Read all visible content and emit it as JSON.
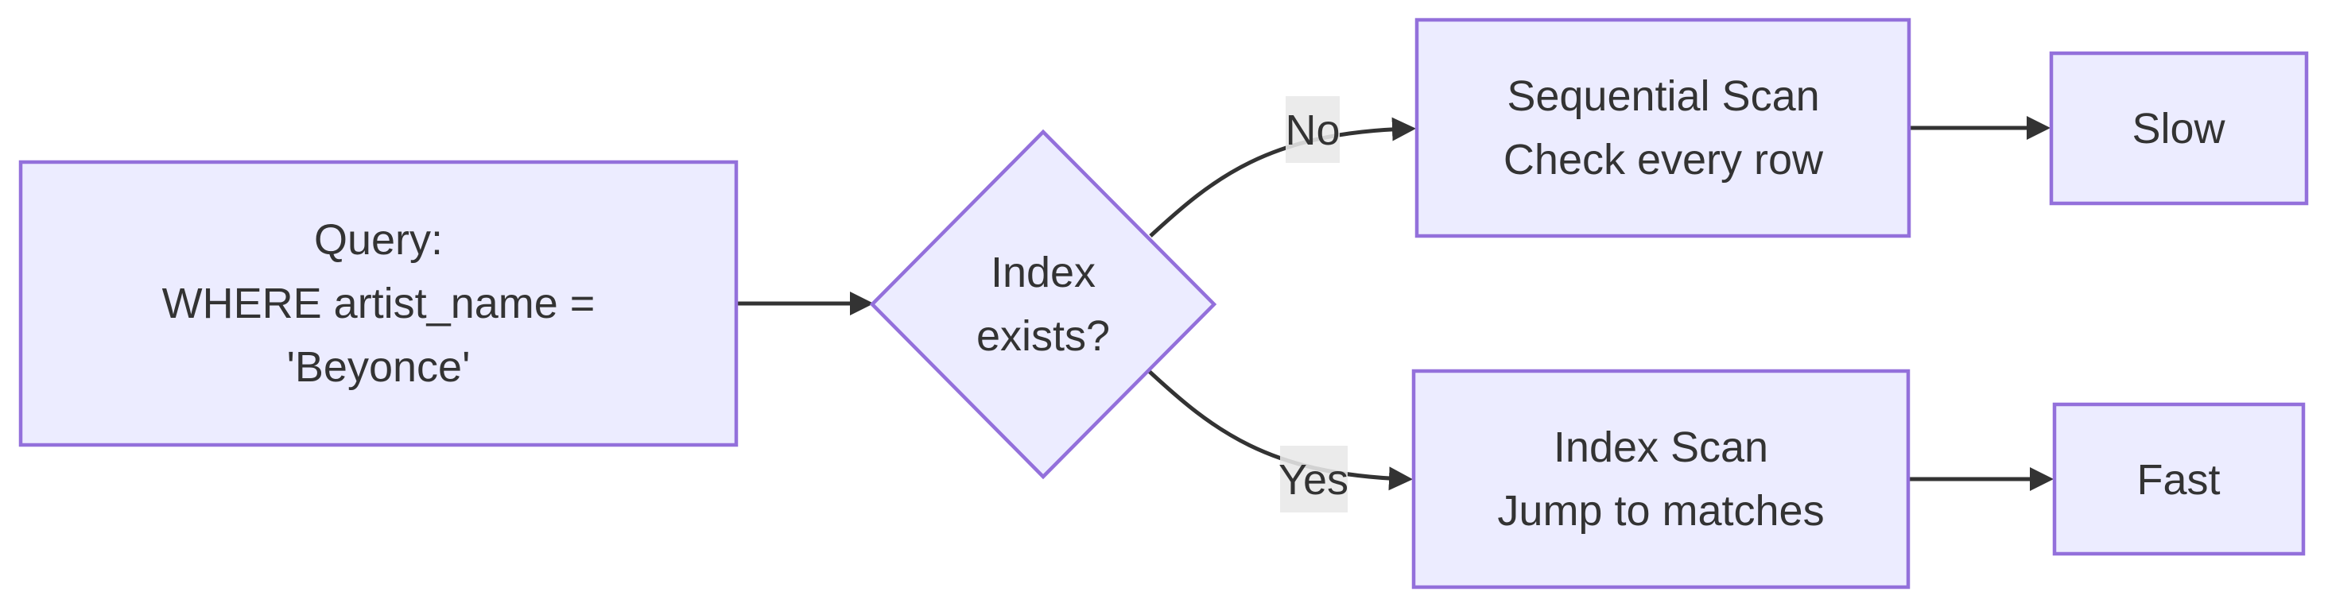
{
  "diagram": {
    "type": "flowchart",
    "direction": "left-to-right",
    "colors": {
      "background": "#ffffff",
      "node_fill": "#ECECFF",
      "node_border": "#9370DB",
      "edge_stroke": "#333333",
      "text": "#333333",
      "edge_label_bg": "#e8e8e8"
    },
    "nodes": {
      "query": {
        "shape": "rectangle",
        "lines": [
          "Query:",
          "WHERE artist_name =",
          "'Beyonce'"
        ]
      },
      "decision": {
        "shape": "diamond",
        "lines": [
          "Index",
          "exists?"
        ]
      },
      "sequential_scan": {
        "shape": "rectangle",
        "lines": [
          "Sequential Scan",
          "Check every row"
        ]
      },
      "slow": {
        "shape": "rectangle",
        "lines": [
          "Slow"
        ]
      },
      "index_scan": {
        "shape": "rectangle",
        "lines": [
          "Index Scan",
          "Jump to matches"
        ]
      },
      "fast": {
        "shape": "rectangle",
        "lines": [
          "Fast"
        ]
      }
    },
    "edges": [
      {
        "from": "query",
        "to": "decision",
        "label": ""
      },
      {
        "from": "decision",
        "to": "sequential_scan",
        "label": "No"
      },
      {
        "from": "sequential_scan",
        "to": "slow",
        "label": ""
      },
      {
        "from": "decision",
        "to": "index_scan",
        "label": "Yes"
      },
      {
        "from": "index_scan",
        "to": "fast",
        "label": ""
      }
    ]
  }
}
